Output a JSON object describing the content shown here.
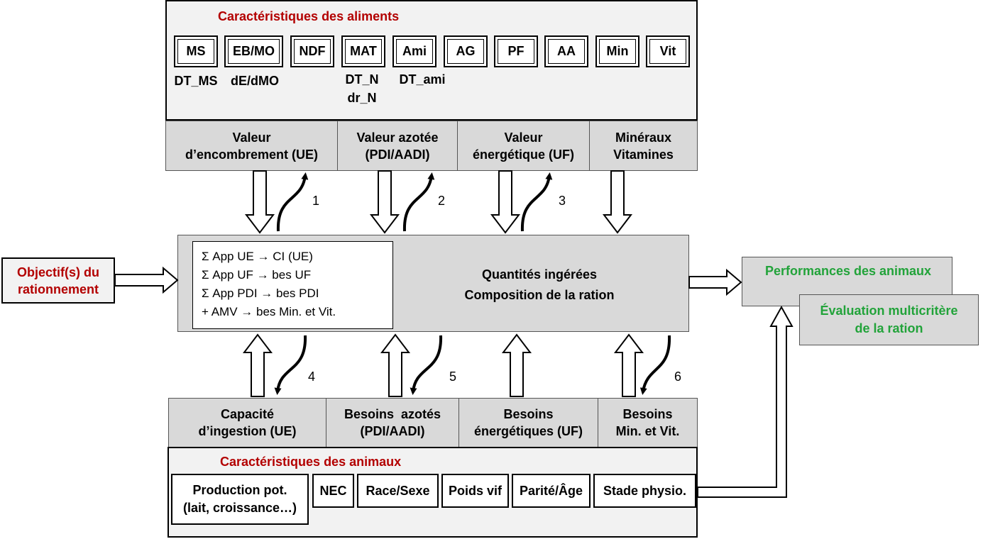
{
  "food_title": "Caractéristiques des aliments",
  "food_items": [
    "MS",
    "EB/MO",
    "NDF",
    "MAT",
    "Ami",
    "AG",
    "PF",
    "AA",
    "Min",
    "Vit"
  ],
  "food_sublabels": {
    "ms": "DT_MS",
    "ebmo": "dE/dMO",
    "mat_1": "DT_N",
    "mat_2": "dr_N",
    "ami": "DT_ami"
  },
  "values_row": {
    "ue_1": "Valeur",
    "ue_2": "d’encombrement (UE)",
    "azote_1": "Valeur azotée",
    "azote_2": "(PDI/AADI)",
    "energy_1": "Valeur",
    "energy_2": "énergétique (UF)",
    "minerals_1": "Minéraux",
    "minerals_2": "Vitamines"
  },
  "numbers": [
    "1",
    "2",
    "3",
    "4",
    "5",
    "6"
  ],
  "rules": [
    "Σ App UE → CI (UE)",
    "Σ App UF → bes UF",
    "Σ App PDI → bes PDI",
    "+ AMV → bes Min. et Vit."
  ],
  "center": {
    "line1": "Quantités ingérées",
    "line2": "Composition de la ration"
  },
  "objective": {
    "line1": "Objectif(s) du",
    "line2": "rationnement"
  },
  "performance": "Performances des animaux",
  "evaluation": {
    "line1": "Évaluation multicritère",
    "line2": "de la ration"
  },
  "needs_row": {
    "capacity_1": "Capacité",
    "capacity_2": "d’ingestion (UE)",
    "nitrogen_1": "Besoins  azotés",
    "nitrogen_2": "(PDI/AADI)",
    "energy_1": "Besoins",
    "energy_2": "énergétiques (UF)",
    "minerals_1": "Besoins",
    "minerals_2": "Min. et Vit."
  },
  "animal_title": "Caractéristiques des animaux",
  "animal_items": {
    "production_1": "Production pot.",
    "production_2": "(lait, croissance…)",
    "nec": "NEC",
    "race": "Race/Sexe",
    "weight": "Poids vif",
    "parity": "Parité/Âge",
    "stage": "Stade physio."
  },
  "colors": {
    "title_red": "#b30000",
    "green": "#22a33a",
    "panel_light": "#f2f2f2",
    "panel_grey": "#d9d9d9"
  }
}
